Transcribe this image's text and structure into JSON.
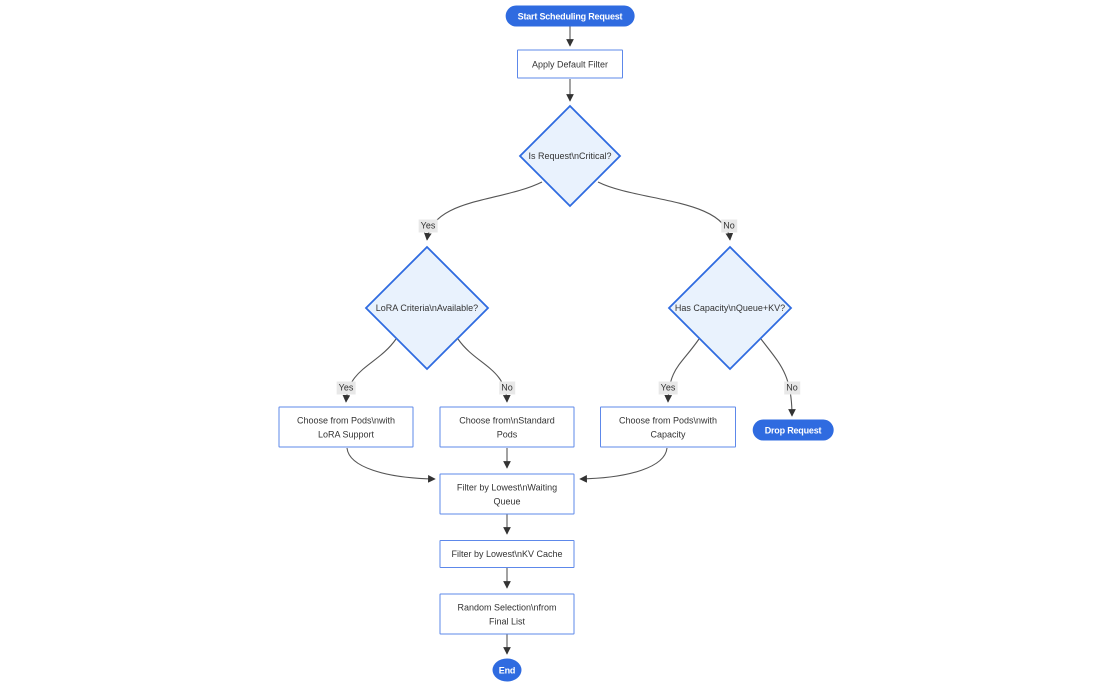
{
  "colors": {
    "accent": "#2f6be0",
    "node-border": "#5d88ea",
    "diamond-fill": "#e9f2fd",
    "text": "#333333",
    "edge": "#555555",
    "arrowhead": "#333333",
    "label-bg": "#e8e8e8"
  },
  "nodes": {
    "start": {
      "label": "Start Scheduling Request"
    },
    "apply": {
      "lines": [
        "Apply Default Filter"
      ]
    },
    "critical": {
      "label": "Is Request\\nCritical?"
    },
    "lora": {
      "label": "LoRA Criteria\\nAvailable?"
    },
    "capacity": {
      "label": "Has Capacity\\nQueue+KV?"
    },
    "choose_lora": {
      "lines": [
        "Choose from Pods\\nwith",
        "LoRA Support"
      ]
    },
    "choose_std": {
      "lines": [
        "Choose from\\nStandard",
        "Pods"
      ]
    },
    "choose_cap": {
      "lines": [
        "Choose from Pods\\nwith",
        "Capacity"
      ]
    },
    "drop": {
      "label": "Drop Request"
    },
    "filter_wait": {
      "lines": [
        "Filter by Lowest\\nWaiting",
        "Queue"
      ]
    },
    "filter_kv": {
      "lines": [
        "Filter by Lowest\\nKV Cache"
      ]
    },
    "random": {
      "lines": [
        "Random Selection\\nfrom",
        "Final List"
      ]
    },
    "end": {
      "label": "End"
    }
  },
  "edge_labels": {
    "critical_yes": "Yes",
    "critical_no": "No",
    "lora_yes": "Yes",
    "lora_no": "No",
    "capacity_yes": "Yes",
    "capacity_no": "No"
  }
}
